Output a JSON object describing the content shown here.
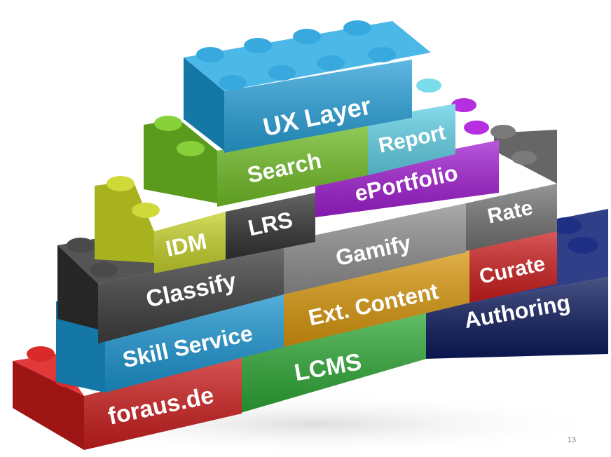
{
  "bricks": {
    "ux_layer": {
      "label": "UX Layer",
      "color": "#2aa1d9"
    },
    "report": {
      "label": "Report",
      "color": "#63d1e6"
    },
    "search": {
      "label": "Search",
      "color": "#73bf2a"
    },
    "eportfolio": {
      "label": "ePortfolio",
      "color": "#a11fd1"
    },
    "idm": {
      "label": "IDM",
      "color": "#c6d12b"
    },
    "lrs": {
      "label": "LRS",
      "color": "#333333"
    },
    "rate": {
      "label": "Rate",
      "color": "#737373"
    },
    "gamify": {
      "label": "Gamify",
      "color": "#8f8f8f"
    },
    "curate": {
      "label": "Curate",
      "color": "#cc1f1f"
    },
    "classify": {
      "label": "Classify",
      "color": "#404040"
    },
    "ext_content": {
      "label": "Ext. Content",
      "color": "#d9980f"
    },
    "authoring": {
      "label": "Authoring",
      "color": "#0d1a5c"
    },
    "skill_service": {
      "label": "Skill Service",
      "color": "#1d96d1"
    },
    "lcms": {
      "label": "LCMS",
      "color": "#2fa836"
    },
    "foraus": {
      "label": "foraus.de",
      "color": "#cc1f1f"
    }
  },
  "page_number": "13"
}
